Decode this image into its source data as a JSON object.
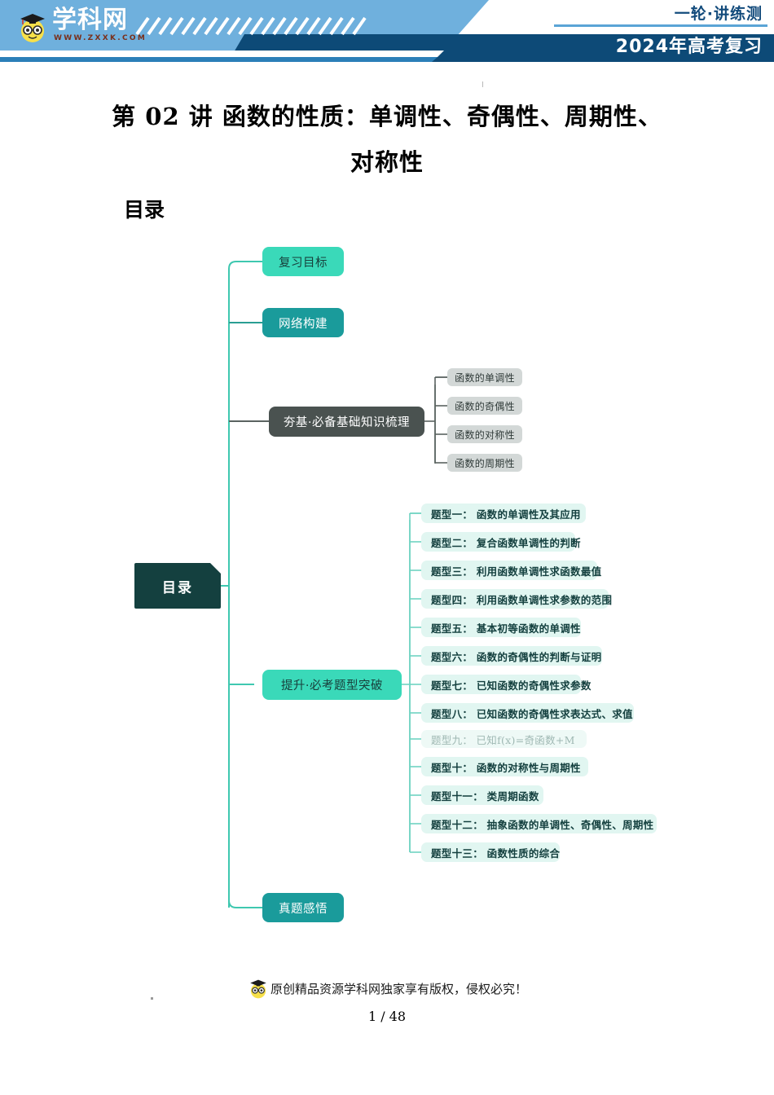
{
  "header": {
    "logo_text": "学科网",
    "logo_url": "WWW.ZXXK.COM",
    "logo_icon": "graduate-smiley-icon",
    "right_top": "一轮·讲练测",
    "right_bottom": "2024年高考复习",
    "colors": {
      "light_blue": "#6fb0dd",
      "dark_blue": "#0d4a77",
      "accent_line": "#5aa4d6"
    }
  },
  "document": {
    "title_line1": "第 02 讲  函数的性质：单调性、奇偶性、周期性、",
    "title_line2": "对称性",
    "toc_label": "目录"
  },
  "mindmap": {
    "root": {
      "label": "目录",
      "color": "#14403f"
    },
    "branches": [
      {
        "label": "复习目标",
        "style": "mint",
        "color": "#3ad9b9"
      },
      {
        "label": "网络构建",
        "style": "teal",
        "color": "#1a9b9b"
      },
      {
        "label": "夯基·必备基础知识梳理",
        "style": "gray",
        "color": "#4a5250",
        "children": [
          "函数的单调性",
          "函数的奇偶性",
          "函数的对称性",
          "函数的周期性"
        ]
      },
      {
        "label": "提升·必考题型突破",
        "style": "mint",
        "color": "#3ad9b9",
        "children": [
          "题型一：  函数的单调性及其应用",
          "题型二：  复合函数单调性的判断",
          "题型三：  利用函数单调性求函数最值",
          "题型四：  利用函数单调性求参数的范围",
          "题型五：  基本初等函数的单调性",
          "题型六：  函数的奇偶性的判断与证明",
          "题型七：  已知函数的奇偶性求参数",
          "题型八：  已知函数的奇偶性求表达式、求值",
          "题型九：  已知f(x)=奇函数+M",
          "题型十：  函数的对称性与周期性",
          "题型十一：  类周期函数",
          "题型十二：  抽象函数的单调性、奇偶性、周期性",
          "题型十三：  函数性质的综合"
        ]
      },
      {
        "label": "真题感悟",
        "style": "teal",
        "color": "#1a9b9b"
      }
    ],
    "connector_color_mint": "#3fc8b0",
    "connector_color_gray": "#5a6360"
  },
  "footer": {
    "copyright": "原创精品资源学科网独家享有版权，侵权必究！",
    "logo_icon": "graduate-smiley-icon",
    "page_number": "1 / 48"
  }
}
